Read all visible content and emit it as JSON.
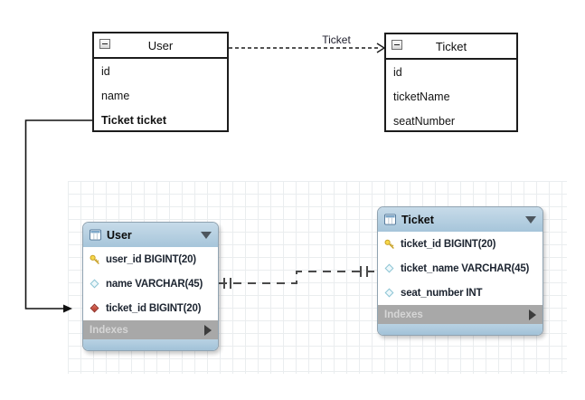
{
  "uml_diagram": {
    "user_class": {
      "title": "User",
      "fields": [
        "id",
        "name",
        "Ticket ticket"
      ]
    },
    "ticket_class": {
      "title": "Ticket",
      "fields": [
        "id",
        "ticketName",
        "seatNumber"
      ]
    },
    "association": {
      "label": "Ticket"
    }
  },
  "er_diagram": {
    "user_table": {
      "title": "User",
      "rows": [
        {
          "icon": "key-icon",
          "label": "user_id BIGINT(20)"
        },
        {
          "icon": "diamond-outline-icon",
          "label": "name VARCHAR(45)"
        },
        {
          "icon": "diamond-filled-icon",
          "label": "ticket_id BIGINT(20)"
        }
      ],
      "footer": "Indexes"
    },
    "ticket_table": {
      "title": "Ticket",
      "rows": [
        {
          "icon": "key-icon",
          "label": "ticket_id BIGINT(20)"
        },
        {
          "icon": "diamond-outline-icon",
          "label": "ticket_name VARCHAR(45)"
        },
        {
          "icon": "diamond-outline-icon",
          "label": "seat_number INT"
        }
      ],
      "footer": "Indexes"
    },
    "colors": {
      "table_header": "#b4cfe2",
      "table_footer": "#a8a8a8",
      "canvas_grid": "#eaedef",
      "relationship": "#4a4a4a"
    }
  }
}
